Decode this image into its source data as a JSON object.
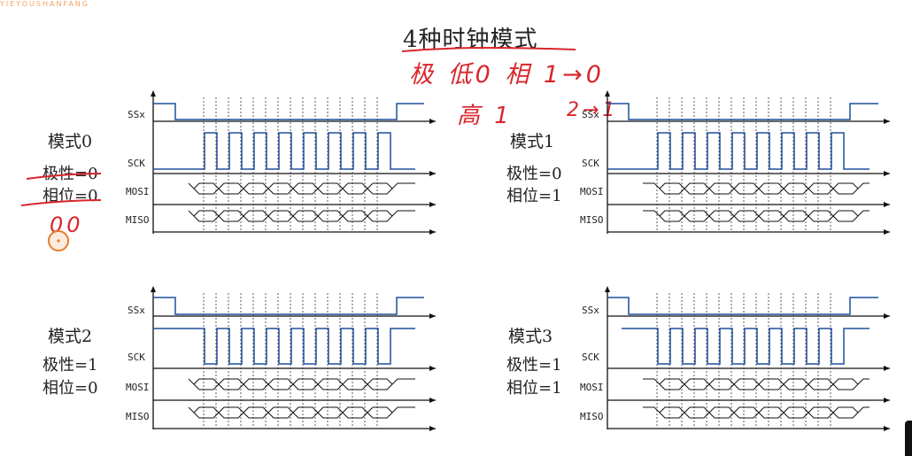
{
  "watermark": "YIEYOUSHANFANG",
  "title": "4种时钟模式",
  "signal_names": {
    "ss": "SSx",
    "sck": "SCK",
    "mosi": "MOSI",
    "miso": "MISO"
  },
  "modes": [
    {
      "name": "模式0",
      "polarity": "极性=0",
      "phase": "相位=0"
    },
    {
      "name": "模式1",
      "polarity": "极性=0",
      "phase": "相位=1"
    },
    {
      "name": "模式2",
      "polarity": "极性=1",
      "phase": "相位=0"
    },
    {
      "name": "模式3",
      "polarity": "极性=1",
      "phase": "相位=1"
    }
  ],
  "annotations": {
    "line1": "极 低0 相 1→0",
    "line2": "高 1",
    "line3": "2→1",
    "mode0_note": "00"
  },
  "colors": {
    "clock": "#1f4e9c",
    "handwriting": "#d8262c",
    "cursor": "#e87a2a"
  }
}
